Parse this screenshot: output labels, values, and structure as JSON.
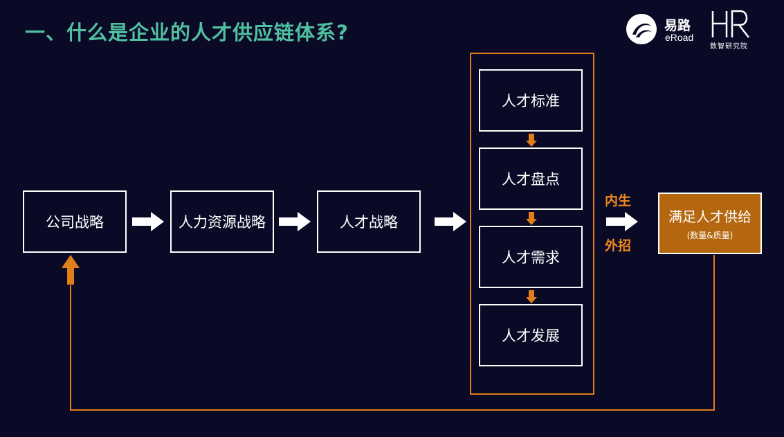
{
  "title": "一、什么是企业的人才供应链体系?",
  "logos": {
    "eroad_cn": "易路",
    "eroad_en": "eRoad",
    "hr_sub": "数智研究院"
  },
  "flow": {
    "company_strategy": "公司战略",
    "hr_strategy": "人力资源战略",
    "talent_strategy": "人才战略"
  },
  "talent_steps": [
    "人才标准",
    "人才盘点",
    "人才需求",
    "人才发展"
  ],
  "channels": {
    "internal": "内生",
    "external": "外招"
  },
  "result": {
    "main": "满足人才供给",
    "sub": "(数量&质量)"
  },
  "colors": {
    "background": "#0b0a26",
    "title": "#4fc0a0",
    "accent_orange": "#e07e1e",
    "result_fill": "#b5670f"
  }
}
